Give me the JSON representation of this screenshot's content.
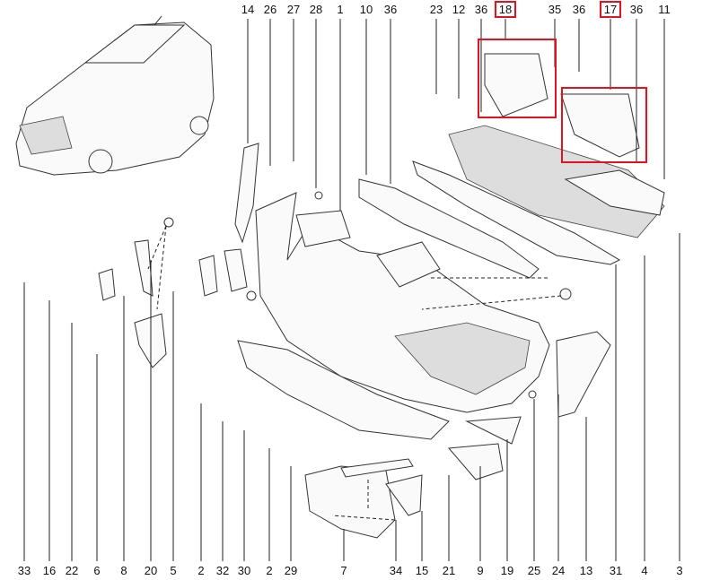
{
  "diagram": {
    "highlight_color": "#e0141e",
    "top_callouts": [
      "14",
      "26",
      "27",
      "28",
      "1",
      "10",
      "36",
      "23",
      "12",
      "36",
      "18",
      "35",
      "36",
      "17",
      "36",
      "11"
    ],
    "highlighted_callouts": [
      "18",
      "17"
    ],
    "bottom_callouts": [
      "33",
      "16",
      "22",
      "6",
      "8",
      "20",
      "5",
      "2",
      "32",
      "30",
      "2",
      "29",
      "7",
      "34",
      "15",
      "21",
      "9",
      "19",
      "25",
      "24",
      "13",
      "31",
      "4",
      "3"
    ]
  }
}
